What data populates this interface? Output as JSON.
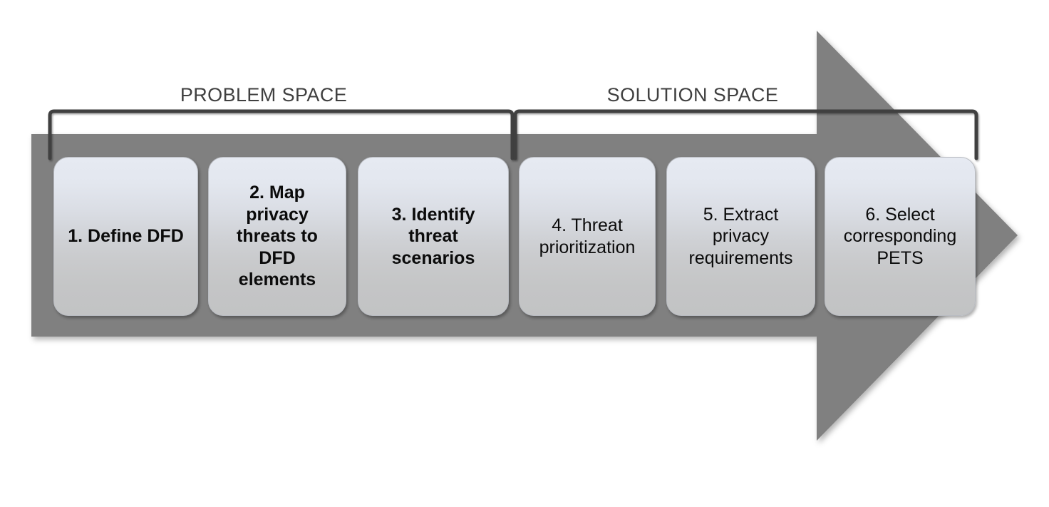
{
  "diagram": {
    "title_text_present": false,
    "colors": {
      "arrow_fill": "#808080",
      "bracket_stroke": "#3f3f3f",
      "label_text": "#404040",
      "box_text": "#0b0b0b",
      "box_gradient_top": "#e6eaf2",
      "box_gradient_bottom": "#c2c3c4",
      "background": "#ffffff"
    },
    "arrow": {
      "name": "process-flow-arrow",
      "direction": "right"
    },
    "brackets": [
      {
        "id": "problem-space",
        "label": "PROBLEM SPACE",
        "covers_steps": [
          1,
          2,
          3
        ]
      },
      {
        "id": "solution-space",
        "label": "SOLUTION SPACE",
        "covers_steps": [
          4,
          5,
          6
        ]
      }
    ],
    "steps": [
      {
        "number": "1",
        "label": "1. Define DFD",
        "emphasis": "bold",
        "phase": "problem-space"
      },
      {
        "number": "2",
        "label": "2. Map\nprivacy\nthreats to\nDFD\nelements",
        "emphasis": "bold",
        "phase": "problem-space"
      },
      {
        "number": "3",
        "label": "3. Identify\nthreat\nscenarios",
        "emphasis": "bold",
        "phase": "problem-space"
      },
      {
        "number": "4",
        "label": "4. Threat\nprioritization",
        "emphasis": "regular",
        "phase": "solution-space"
      },
      {
        "number": "5",
        "label": "5. Extract\nprivacy\nrequirements",
        "emphasis": "regular",
        "phase": "solution-space"
      },
      {
        "number": "6",
        "label": "6. Select\ncorresponding\nPETS",
        "emphasis": "regular",
        "phase": "solution-space"
      }
    ]
  }
}
